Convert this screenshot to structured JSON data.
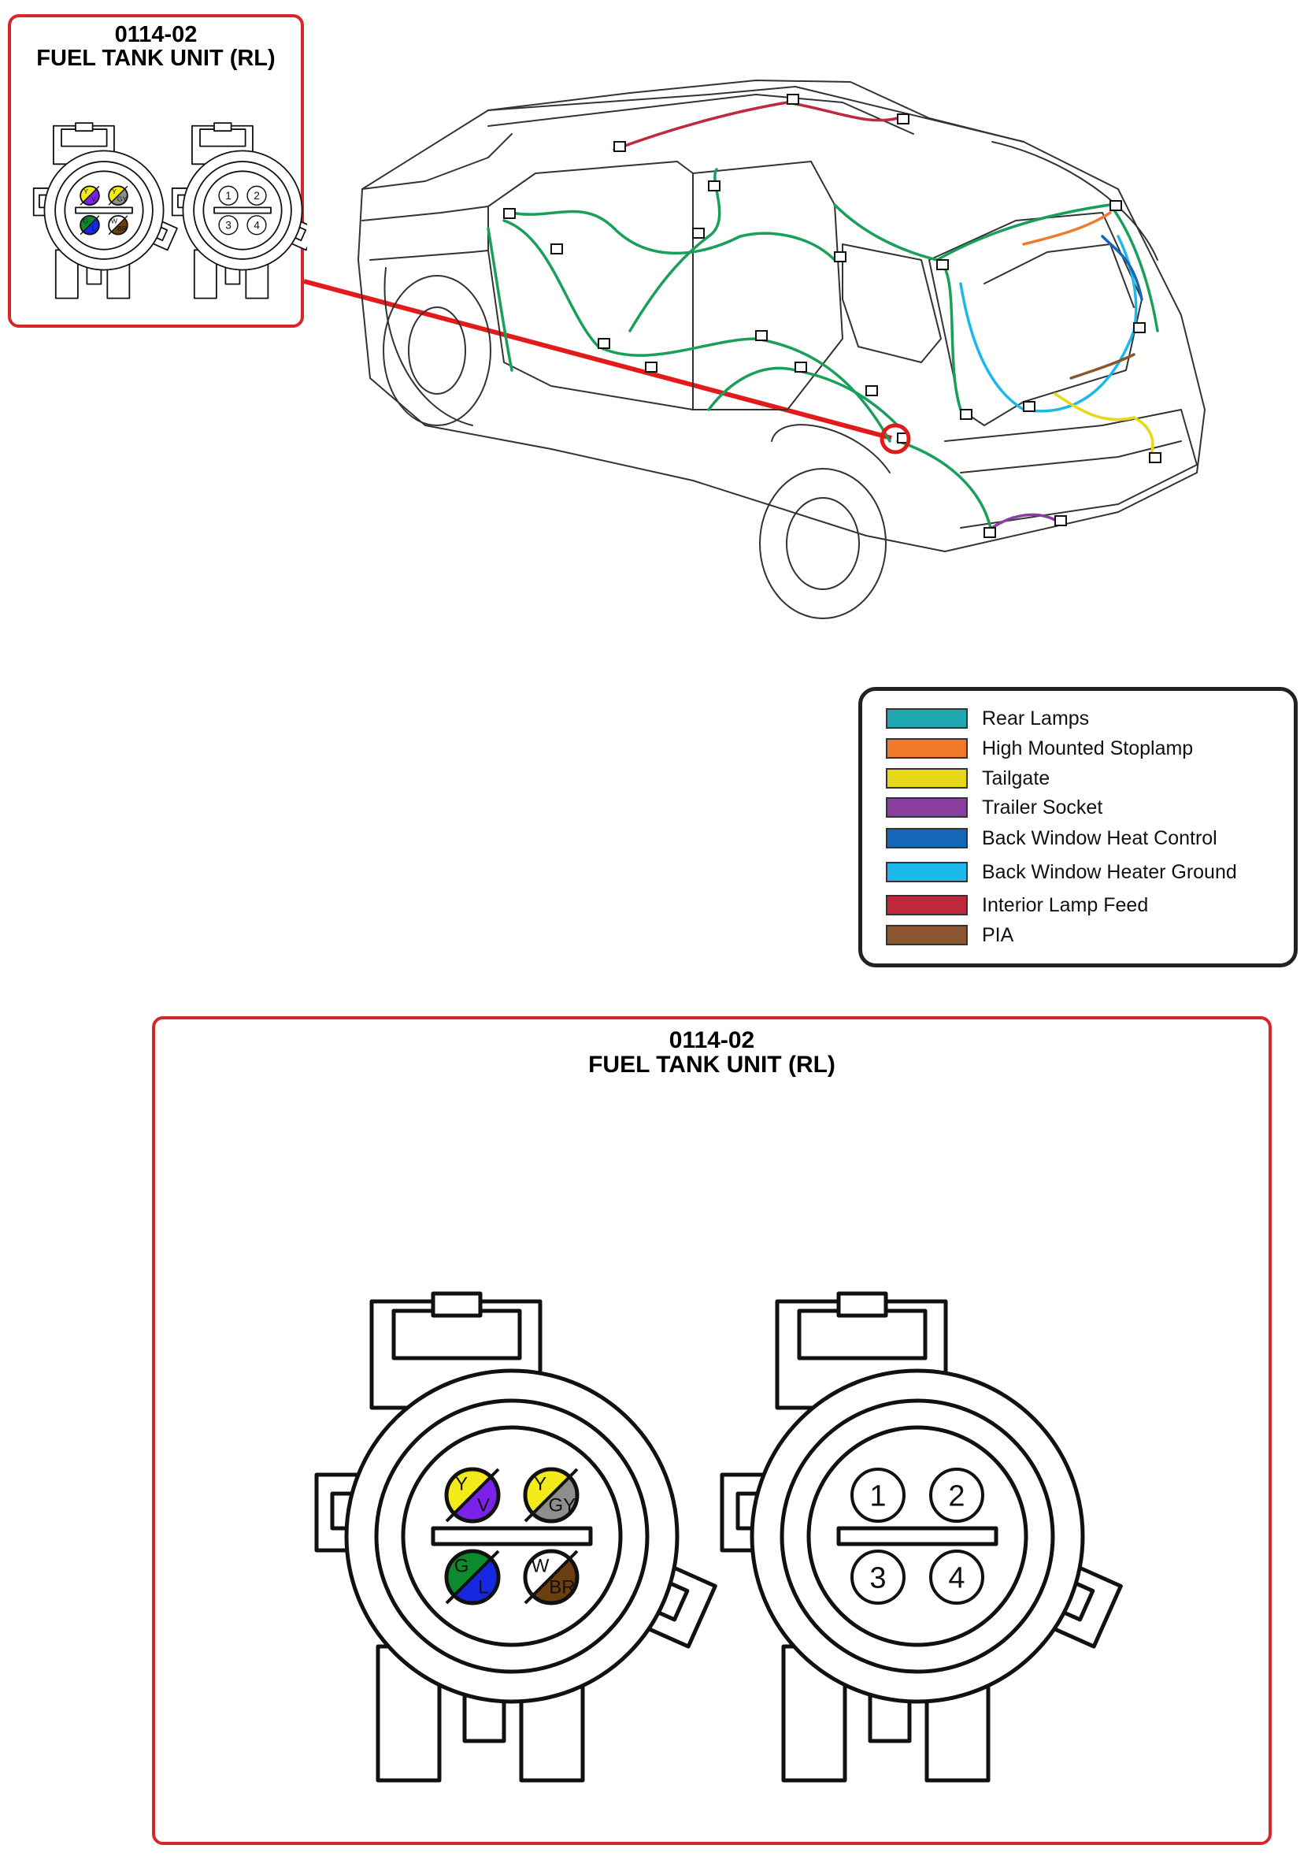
{
  "connector": {
    "id": "0114-02",
    "name": "FUEL TANK UNIT (RL)"
  },
  "pins_colored": [
    {
      "pos": "top-left",
      "top_code": "Y",
      "bottom_code": "V",
      "top_color": "#f2ea1b",
      "bottom_color": "#7a22e8"
    },
    {
      "pos": "top-right",
      "top_code": "Y",
      "bottom_code": "GY",
      "top_color": "#f2ea1b",
      "bottom_color": "#8e8e8e"
    },
    {
      "pos": "bottom-left",
      "top_code": "G",
      "bottom_code": "L",
      "top_color": "#0e8a2e",
      "bottom_color": "#1628e0"
    },
    {
      "pos": "bottom-right",
      "top_code": "W",
      "bottom_code": "BR",
      "top_color": "#ffffff",
      "bottom_color": "#6b3f10"
    }
  ],
  "pins_numbered": [
    "1",
    "2",
    "3",
    "4"
  ],
  "legend": [
    {
      "label": "Rear Lamps",
      "color": "#20a8b0"
    },
    {
      "label": "High Mounted Stoplamp",
      "color": "#f07a2a"
    },
    {
      "label": "Tailgate",
      "color": "#e8d81a"
    },
    {
      "label": "Trailer Socket",
      "color": "#8a3ea0"
    },
    {
      "label": "Back Window Heat Control",
      "color": "#1466b8"
    },
    {
      "label": "Back Window Heater Ground",
      "color": "#1cb8ec"
    },
    {
      "label": "Interior Lamp Feed",
      "color": "#c0283c"
    },
    {
      "label": "PIA",
      "color": "#8a5630"
    }
  ],
  "colors": {
    "callout_red": "#d6262b",
    "harness_green": "#18a05a",
    "highlight_red": "#e21a1a"
  }
}
